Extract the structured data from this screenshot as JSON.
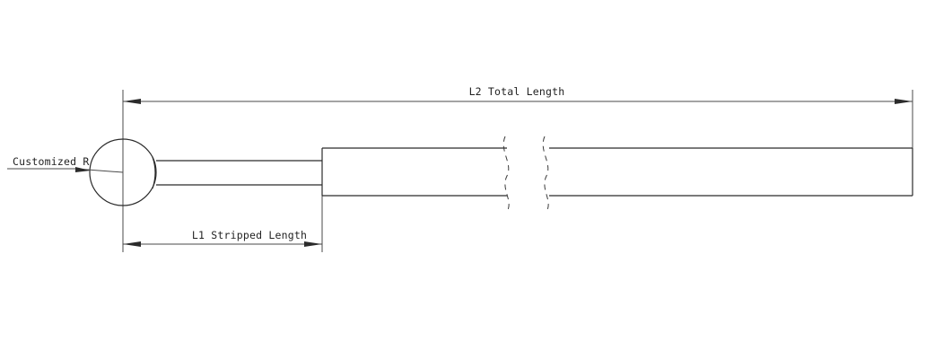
{
  "labels": {
    "total_length": "L2 Total Length",
    "stripped_length": "L1 Stripped Length",
    "customized_radius": "Customized R"
  },
  "colors": {
    "line": "#2b2b2b",
    "background": "#ffffff"
  }
}
